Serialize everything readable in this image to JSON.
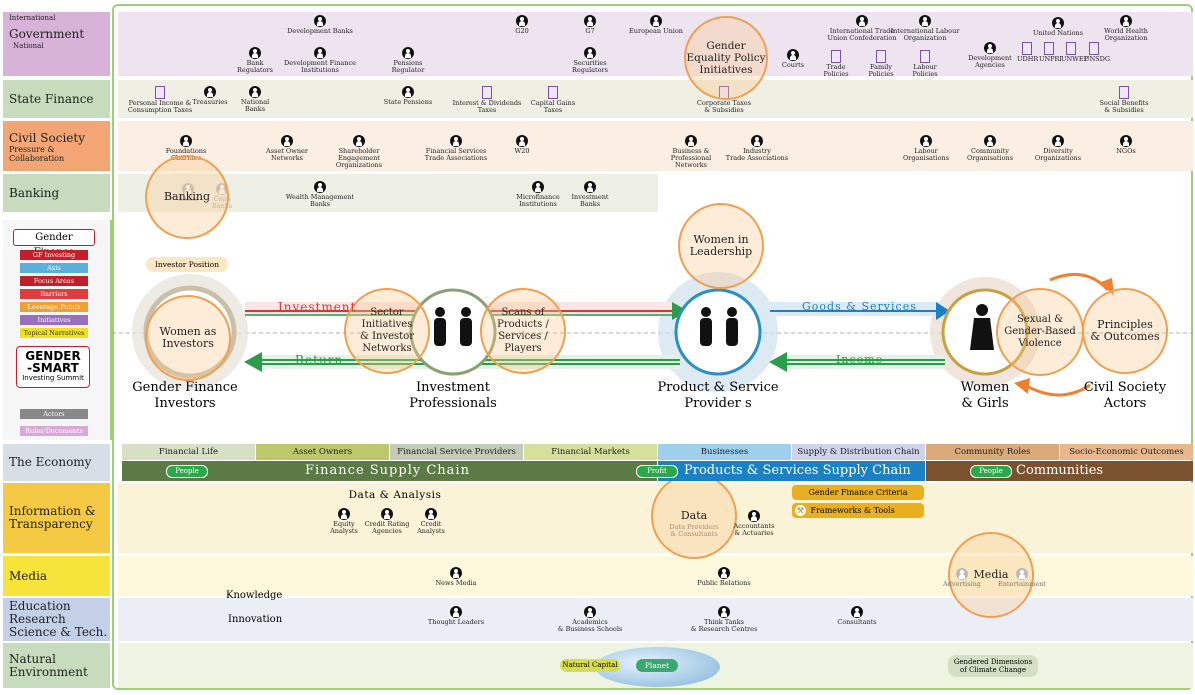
{
  "rows": {
    "government": {
      "label": "Government",
      "international": "International",
      "national": "National"
    },
    "state_finance": "State Finance",
    "civil_society": {
      "label": "Civil Society",
      "sub": "Pressure &\nCollaboration"
    },
    "banking": "Banking",
    "the_economy": "The Economy",
    "information": "Information &\nTransparency",
    "media": "Media",
    "education": "Education\nResearch\nScience & Tech.",
    "natural": "Natural\nEnvironment"
  },
  "legend": {
    "title": "Gender Finance",
    "items": [
      "GF Investing",
      "Axis",
      "Focus Areas",
      "Barriers",
      "Leverage Points",
      "Initiatives",
      "Topical Narratives"
    ],
    "actors": "Actors",
    "rules": "Rules/Documents",
    "logo_line1": "GENDER",
    "logo_line2": "-SMART",
    "logo_line3": "Investing Summit",
    "colors": [
      "#c0202a",
      "#5ab0d8",
      "#c0202a",
      "#e03c3c",
      "#f0a030",
      "#9a6fc0",
      "#f0e020"
    ]
  },
  "government_actors": [
    "Development Banks",
    "G20",
    "G7",
    "European Union",
    "International Trade\nUnion Confederation",
    "International Labour\nOrganization",
    "United Nations",
    "World Health\nOrganization",
    "Bank\nRegulators",
    "Development Finance\nInstitutions",
    "Pensions\nRegulator",
    "Securities\nRegulators",
    "Courts",
    "Trade\nPolicies",
    "Family\nPolicies",
    "Labour\nPolicies",
    "Development\nAgencies",
    "UDHR",
    "UNPRI",
    "UNWEP",
    "UNSDG"
  ],
  "state_finance_actors": [
    "Personal Income &\nConsumption Taxes",
    "Treasuries",
    "National\nBanks",
    "State Pensions",
    "Interest & Dividends\nTaxes",
    "Capital Gains\nTaxes",
    "Corporate Taxes\n& Subsidies",
    "Social Benefits\n& Subsidies"
  ],
  "civil_actors": [
    "Foundations\nCharities",
    "Asset Owner\nNetworks",
    "Shareholder\nEngagement\nOrganizations",
    "Financial Services\nTrade Associations",
    "W20",
    "Business &\nProfessional\nNetworks",
    "Industry\nTrade Associations",
    "Labour\nOrganisations",
    "Community\nOrganisations",
    "Diversity\nOrganizations",
    "NGOs"
  ],
  "banking_actors": [
    "Banks",
    "Coop\nBanks",
    "Wealth Management\nBanks",
    "Microfinance\nInstitutions",
    "Investment\nBanks"
  ],
  "circles": {
    "gender_equality": "Gender\nEquality Policy\nInitiatives",
    "banking": "Banking",
    "women_leadership": "Women in\nLeadership",
    "women_investors": "Women as\nInvestors",
    "sector_initiatives": "Sector\nInitiatives\n& Investor\nNetworks",
    "scans": "Scans of\nProducts /\nServices /\nPlayers",
    "sexual_violence": "Sexual &\nGender-Based\nViolence",
    "principles": "Principles\n& Outcomes",
    "data": "Data",
    "media": "Media"
  },
  "investor_position": "Investor Position",
  "nodes": {
    "gf_investors": "Gender Finance\nInvestors",
    "investment_professionals": "Investment\nProfessionals",
    "product_service": "Product & Service\nProvider s",
    "women_girls": "Women\n& Girls",
    "civil_society_actors": "Civil Society\nActors"
  },
  "flows": {
    "investment": "Investment",
    "return": "Return",
    "goods": "Goods & Services",
    "income": "Income"
  },
  "economy_tabs": [
    "Financial Life",
    "Asset Owners",
    "Financial Service Providers",
    "Financial Markets",
    "Businesses",
    "Supply & Distribution Chain",
    "Community Roles",
    "Socio-Economic Outcomes"
  ],
  "chains": {
    "finance": "Finance Supply Chain",
    "products": "Products & Services Supply Chain",
    "communities": "Communities",
    "people": "People",
    "profit": "Profit",
    "people2": "People"
  },
  "information": {
    "data_analysis": "Data & Analysis",
    "actors": [
      "Equity\nAnalysts",
      "Credit Rating\nAgencies",
      "Credit\nAnalysts",
      "Data Providers\n& Consultants",
      "Accountants\n& Actuaries"
    ],
    "criteria": "Gender Finance Criteria",
    "frameworks": "Frameworks & Tools"
  },
  "media_row": {
    "actors": [
      "News Media",
      "Public Relations",
      "Advertising",
      "Entertainment"
    ]
  },
  "education_row": {
    "knowledge": "Knowledge",
    "innovation": "Innovation",
    "actors": [
      "Thought Leaders",
      "Academics\n& Business Schools",
      "Think Tanks\n& Research Centres",
      "Consultants"
    ]
  },
  "natural_row": {
    "natural_capital": "Natural Capital",
    "planet": "Planet",
    "climate": "Gendered Dimensions\nof Climate Change"
  }
}
